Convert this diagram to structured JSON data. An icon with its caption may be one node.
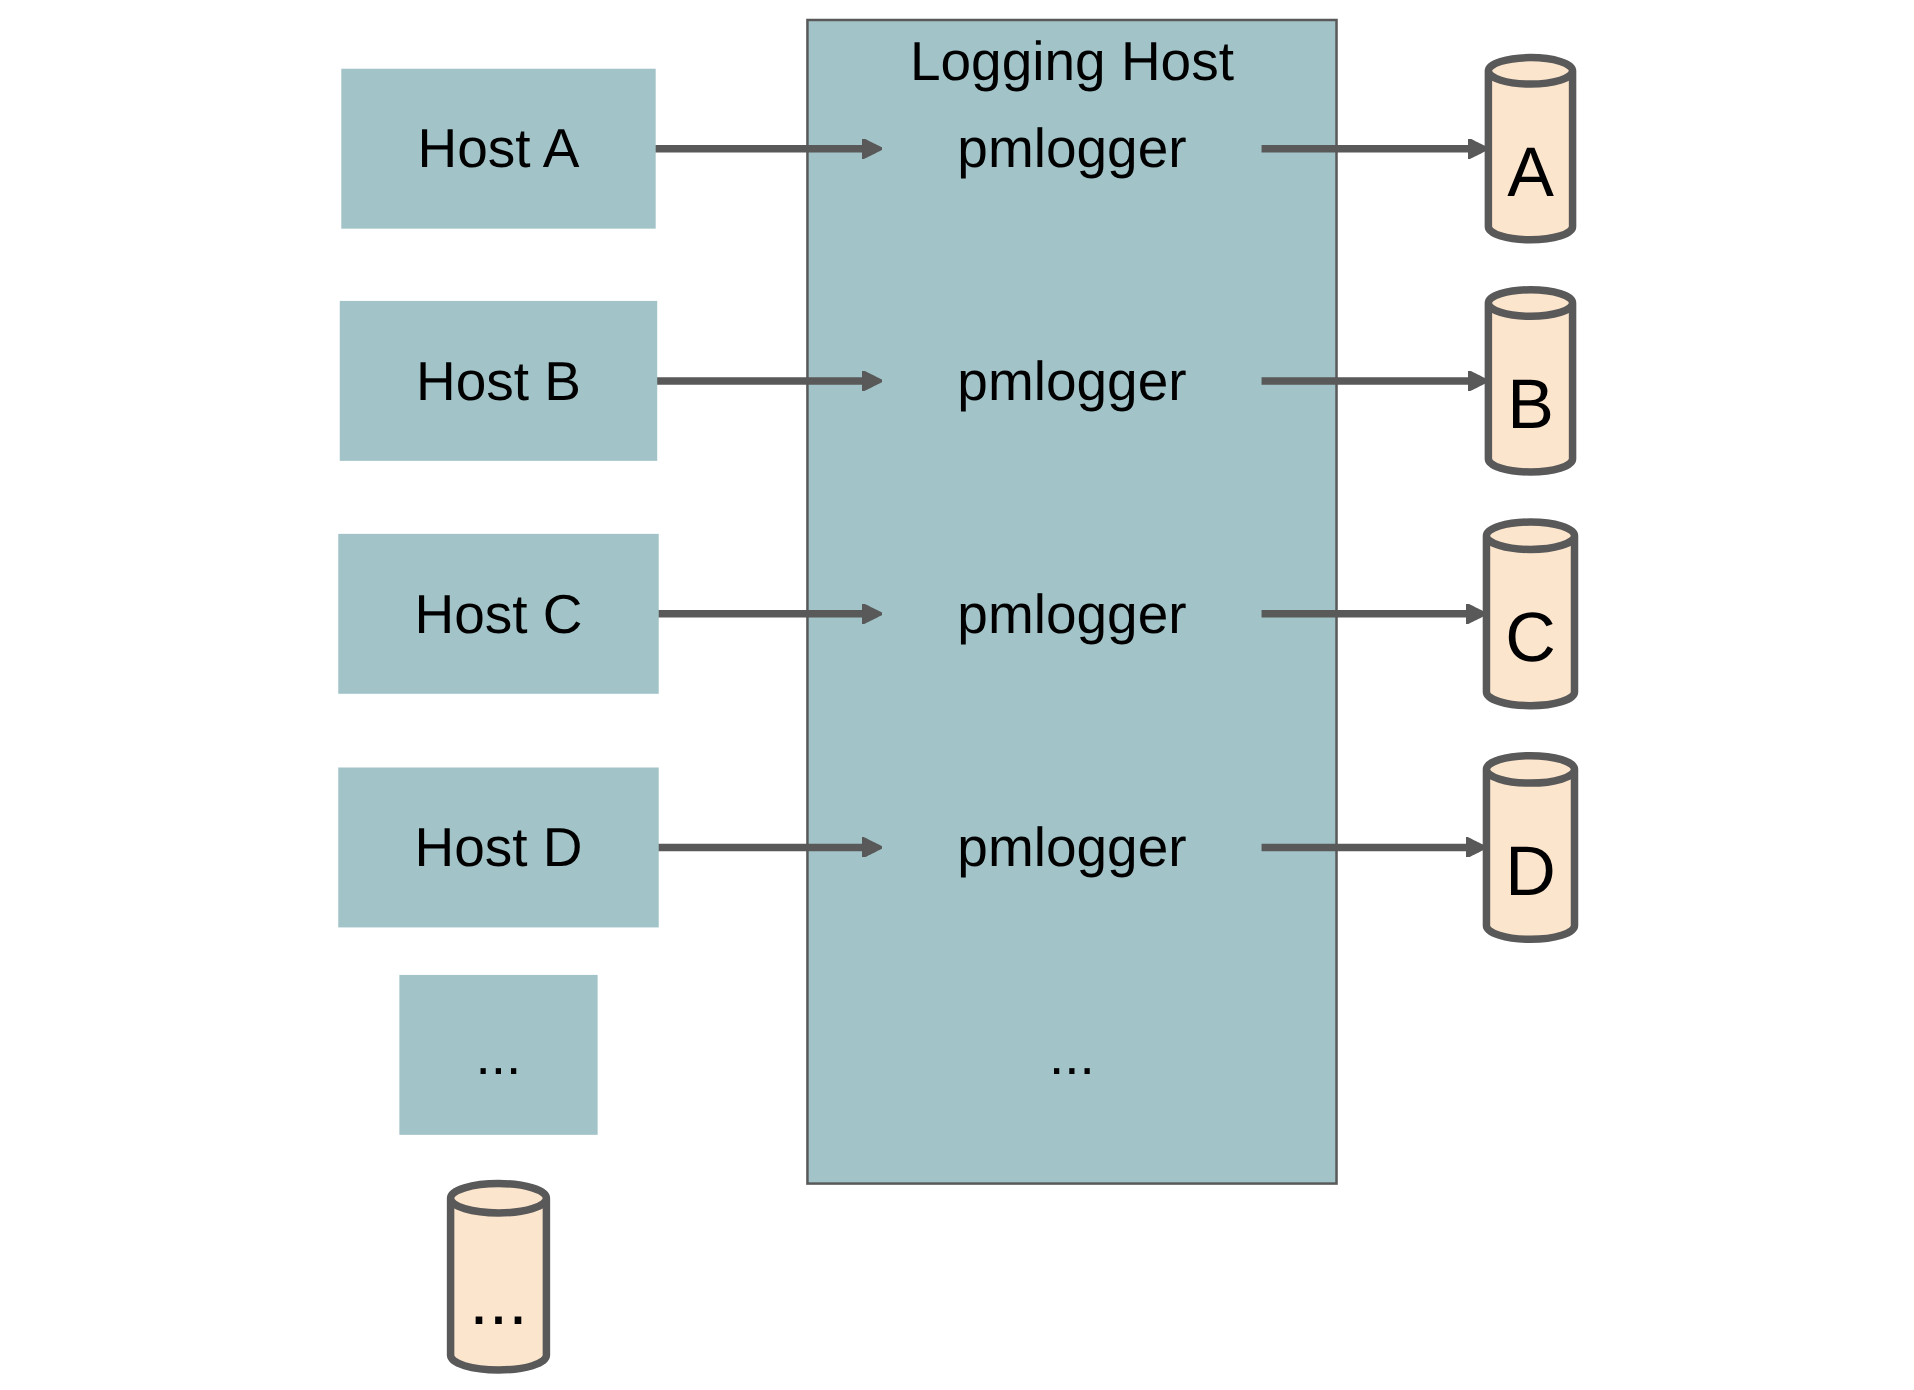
{
  "diagram": {
    "nodes": [
      {
        "text": [
          "Host A"
        ]
      },
      {
        "text": [
          "Host B"
        ]
      },
      {
        "text": [
          "Host C"
        ]
      },
      {
        "text": [
          "Host D"
        ]
      },
      {
        "text": [
          "..."
        ]
      },
      {
        "text": [
          "Logging Host"
        ]
      },
      {
        "text": [
          "pmlogger"
        ],
        "in": 5
      },
      {
        "text": [
          "pmlogger"
        ],
        "in": 5
      },
      {
        "text": [
          "pmlogger"
        ],
        "in": 5
      },
      {
        "text": [
          "pmlogger"
        ],
        "in": 5
      },
      {
        "text": [
          "..."
        ],
        "in": 5
      },
      {
        "text": [
          "A"
        ]
      },
      {
        "text": [
          "B"
        ]
      },
      {
        "text": [
          "C"
        ]
      },
      {
        "text": [
          "D"
        ]
      },
      {
        "text": [
          "..."
        ]
      }
    ],
    "edges": [
      {
        "from": 0,
        "to": 6,
        "arrow": "to"
      },
      {
        "from": 6,
        "to": 11,
        "arrow": "to"
      },
      {
        "from": 1,
        "to": 7,
        "arrow": "to"
      },
      {
        "from": 7,
        "to": 12,
        "arrow": "to"
      },
      {
        "from": 2,
        "to": 8,
        "arrow": "to"
      },
      {
        "from": 8,
        "to": 13,
        "arrow": "to"
      },
      {
        "from": 3,
        "to": 9,
        "arrow": "to"
      },
      {
        "from": 9,
        "to": 14,
        "arrow": "to"
      }
    ]
  }
}
